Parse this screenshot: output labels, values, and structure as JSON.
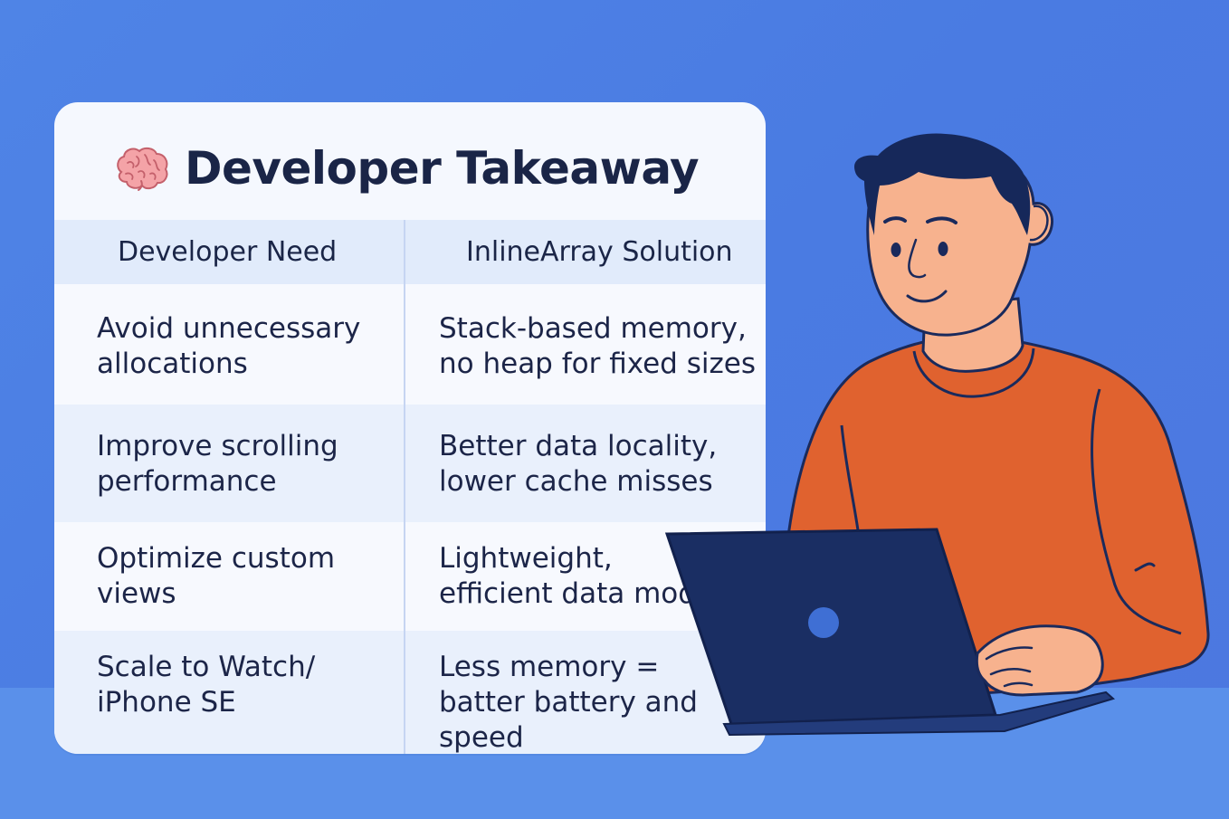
{
  "card": {
    "title": "Developer Takeaway",
    "title_icon": "brain-icon",
    "headers": {
      "need": "Developer Need",
      "solution": "InlineArray Solution"
    },
    "rows": [
      {
        "need": "Avoid unnecessary\nallocations",
        "solution": "Stack-based memory,\nno heap for fixed sizes"
      },
      {
        "need": "Improve scrolling\nperformance",
        "solution": "Better data locality,\nlower cache misses"
      },
      {
        "need": "Optimize custom views",
        "solution": "Lightweight,\nefficient data mode"
      },
      {
        "need": "Scale to Watch/\niPhone SE",
        "solution": "Less memory =\nbatter battery and\nspeed"
      }
    ]
  },
  "colors": {
    "background": "#4f84e6",
    "card": "#f5f8fe",
    "header_row": "#e1ebfb",
    "text": "#1a2547",
    "sweater": "#e0622f",
    "laptop": "#1a2e63",
    "hair": "#16285a",
    "skin": "#f7b28e"
  },
  "illustration": {
    "figure": "developer-illustration",
    "device": "laptop-icon"
  }
}
